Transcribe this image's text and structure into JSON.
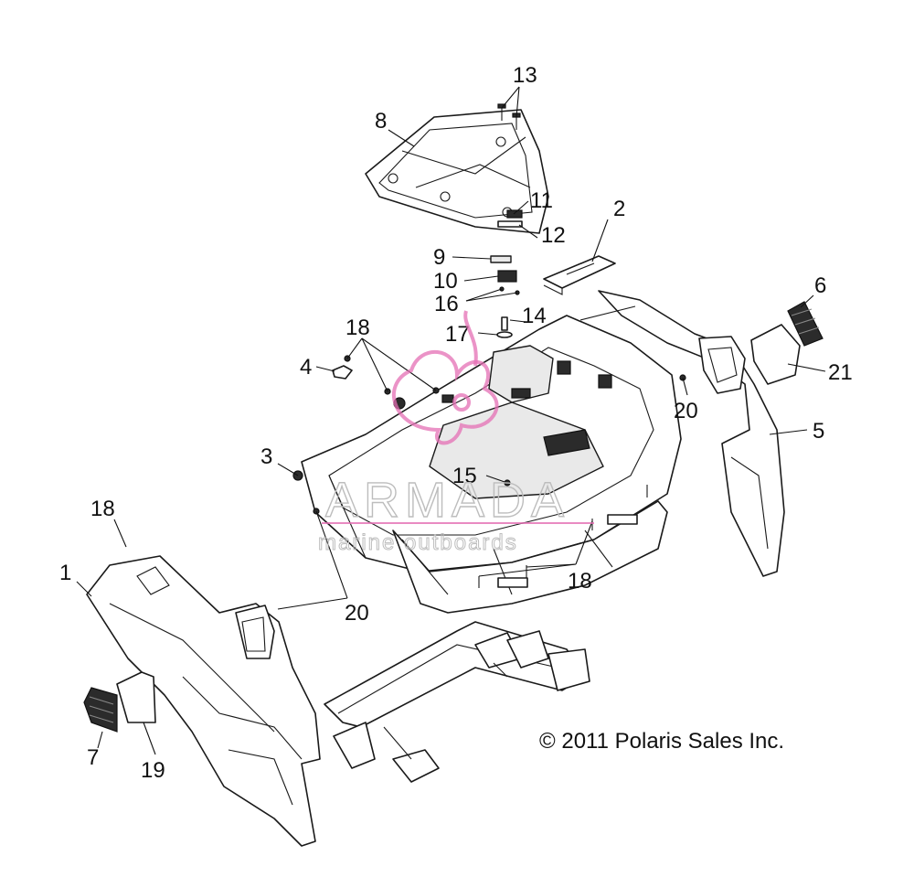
{
  "callouts": [
    {
      "id": "c13",
      "label": "13"
    },
    {
      "id": "c8",
      "label": "8"
    },
    {
      "id": "c11",
      "label": "11"
    },
    {
      "id": "c12",
      "label": "12"
    },
    {
      "id": "c2",
      "label": "2"
    },
    {
      "id": "c9",
      "label": "9"
    },
    {
      "id": "c10",
      "label": "10"
    },
    {
      "id": "c16",
      "label": "16"
    },
    {
      "id": "c6",
      "label": "6"
    },
    {
      "id": "c18a",
      "label": "18"
    },
    {
      "id": "c14",
      "label": "14"
    },
    {
      "id": "c17",
      "label": "17"
    },
    {
      "id": "c4",
      "label": "4"
    },
    {
      "id": "c21",
      "label": "21"
    },
    {
      "id": "c20a",
      "label": "20"
    },
    {
      "id": "c5",
      "label": "5"
    },
    {
      "id": "c3",
      "label": "3"
    },
    {
      "id": "c15",
      "label": "15"
    },
    {
      "id": "c18b",
      "label": "18"
    },
    {
      "id": "c1",
      "label": "1"
    },
    {
      "id": "c18c",
      "label": "18"
    },
    {
      "id": "c20b",
      "label": "20"
    },
    {
      "id": "c7",
      "label": "7"
    },
    {
      "id": "c19",
      "label": "19"
    }
  ],
  "copyright": "© 2011 Polaris Sales Inc.",
  "watermark": {
    "brand": "ARMADA",
    "tagline": "marine outboards",
    "accent_color": "#e46fb4"
  }
}
